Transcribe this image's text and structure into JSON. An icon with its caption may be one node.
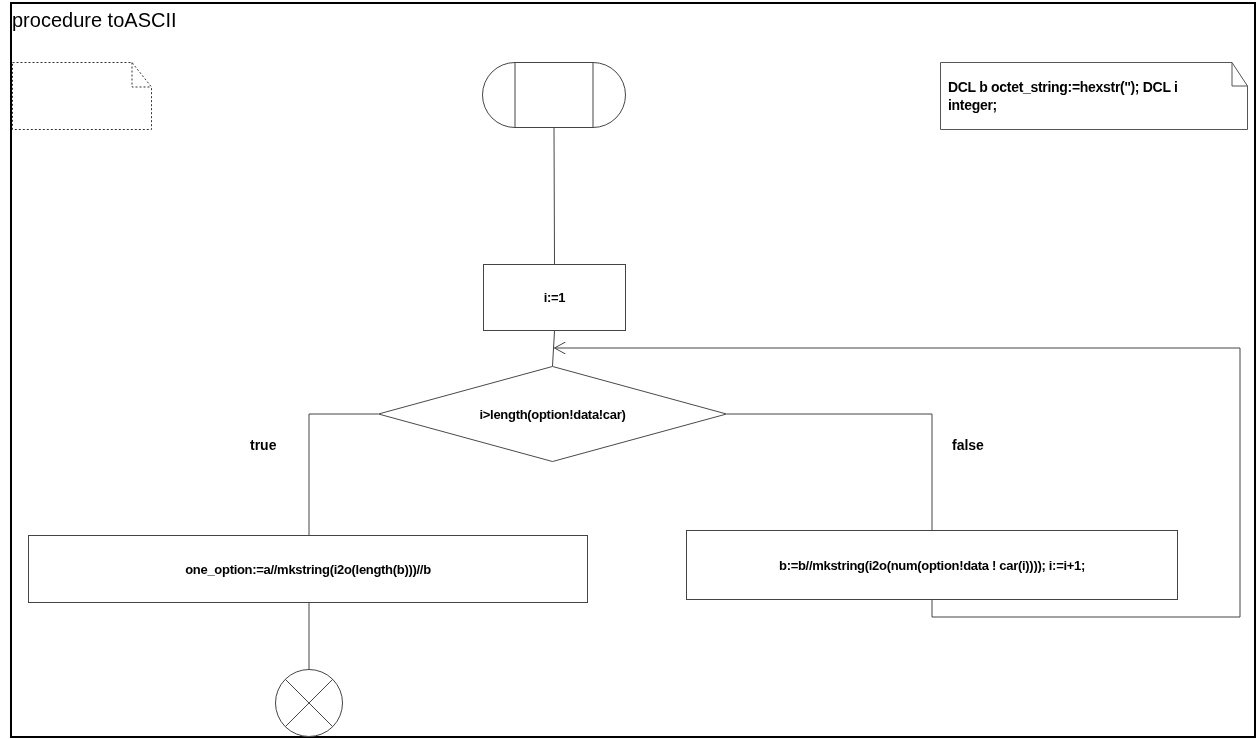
{
  "diagram": {
    "title": "procedure toASCII",
    "nodes": [
      {
        "text": [],
        "shape": "note"
      },
      {
        "text": [],
        "shape": "start"
      },
      {
        "text": [
          "DCL b octet_string:=hexstr(''); DCL i integer;"
        ]
      },
      {
        "text": [
          "i:=1"
        ]
      },
      {
        "text": [
          "i>length(option!data!car)"
        ]
      },
      {
        "text": [
          "one_option:=a//mkstring(i2o(length(b)))//b"
        ]
      },
      {
        "text": [
          "b:=b//mkstring(i2o(num(option!data ! car(i)))); i:=i+1;"
        ]
      },
      {
        "text": [],
        "shape": "circle"
      }
    ],
    "edges": [
      {
        "from": 1,
        "to": 3,
        "arrow": "none"
      },
      {
        "from": 3,
        "to": 4,
        "arrow": "none"
      },
      {
        "from": 4,
        "to": 5,
        "arrow": "none",
        "label": "true"
      },
      {
        "from": 4,
        "to": 6,
        "arrow": "none",
        "label": "false"
      },
      {
        "from": 6,
        "to": 4,
        "arrow": "to"
      },
      {
        "from": 5,
        "to": 7,
        "arrow": "none"
      }
    ]
  }
}
